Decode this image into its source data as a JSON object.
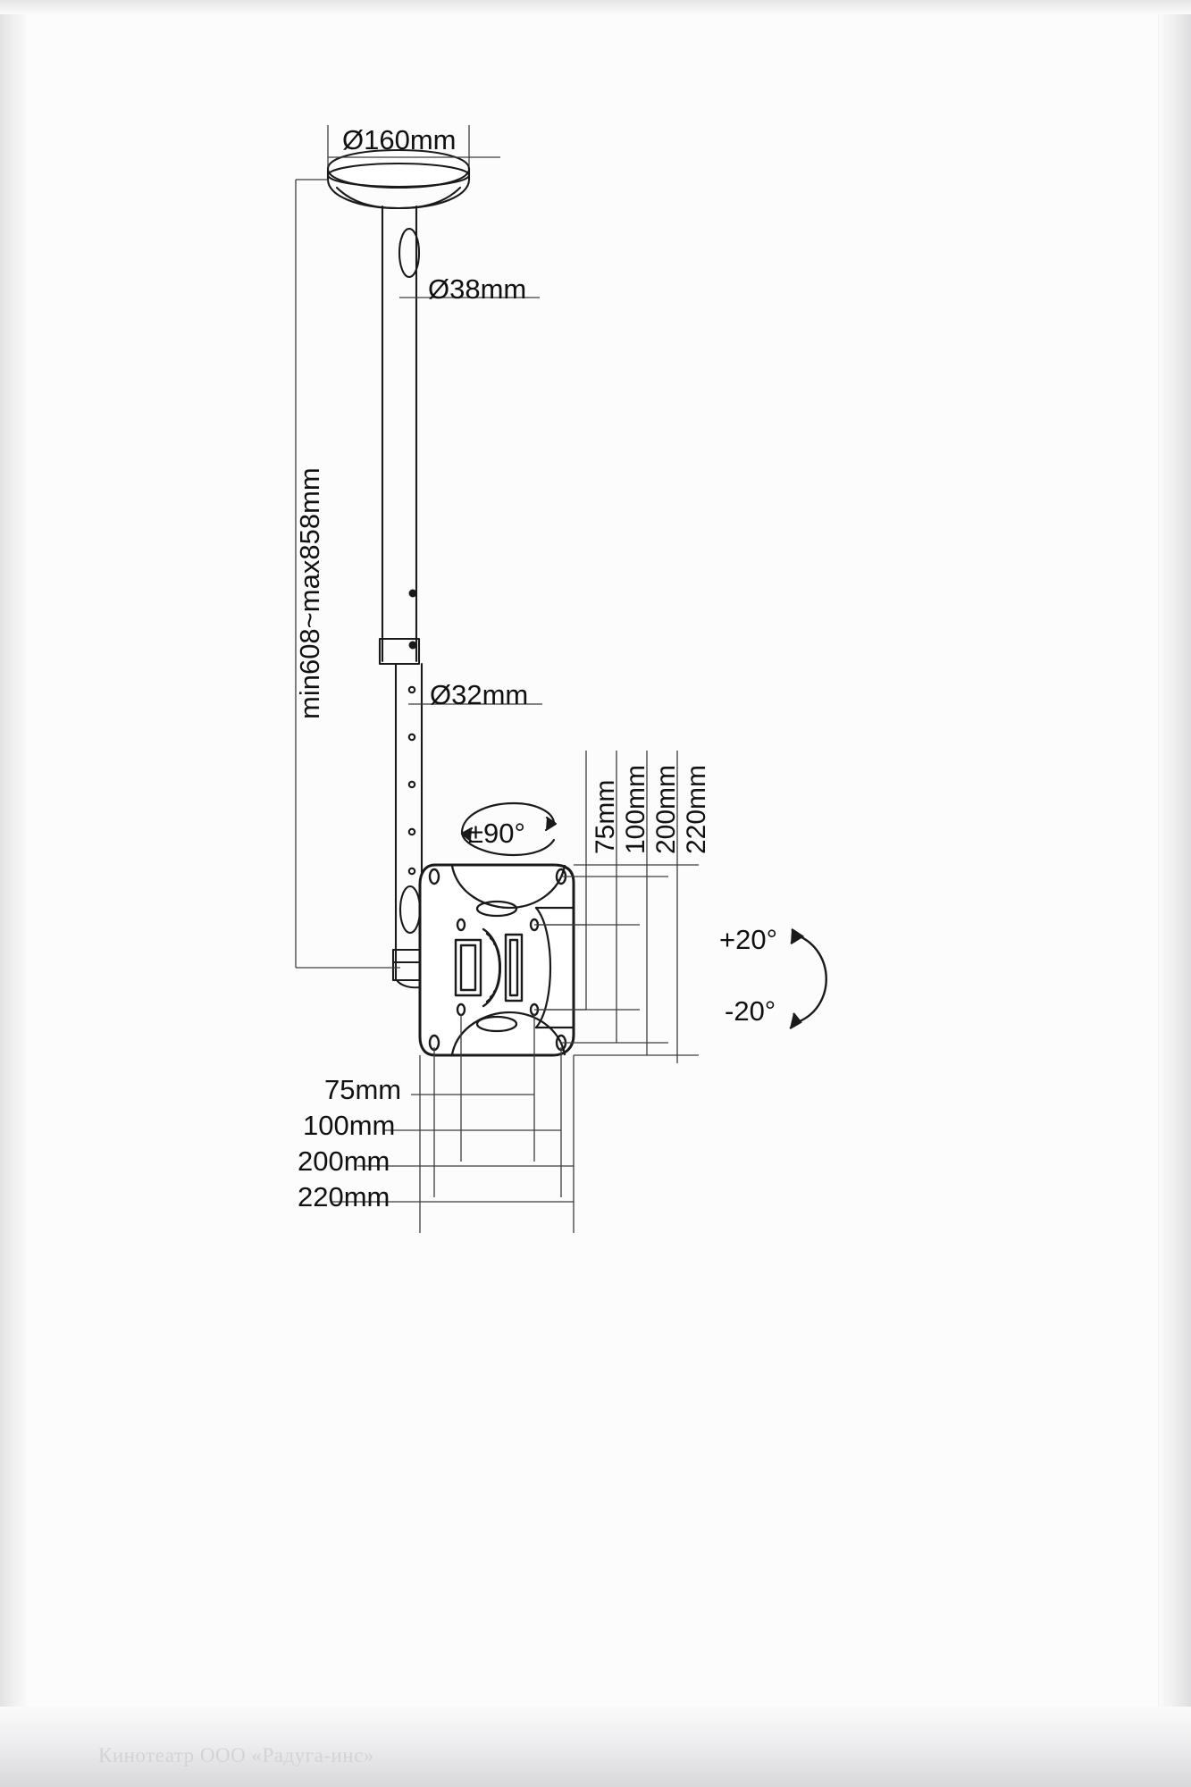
{
  "drawing": {
    "title": "ceiling-tv-mount-dimensional-drawing",
    "line_color": "#1a1a1a",
    "dim_color": "#444444",
    "background": "#fbfbfb",
    "labels": {
      "ceiling_plate_diameter": "Ø160mm",
      "upper_tube_diameter": "Ø38mm",
      "lower_tube_diameter": "Ø32mm",
      "height_range": "min608~max858mm",
      "swivel": "±90°",
      "tilt_up": "+20°",
      "tilt_down": "-20°"
    },
    "vesa_vertical": [
      "75mm",
      "100mm",
      "200mm",
      "220mm"
    ],
    "vesa_horizontal": [
      "75mm",
      "100mm",
      "200mm",
      "220mm"
    ],
    "footer_text": "Кинотеатр ООО «Радуга-инс»"
  }
}
